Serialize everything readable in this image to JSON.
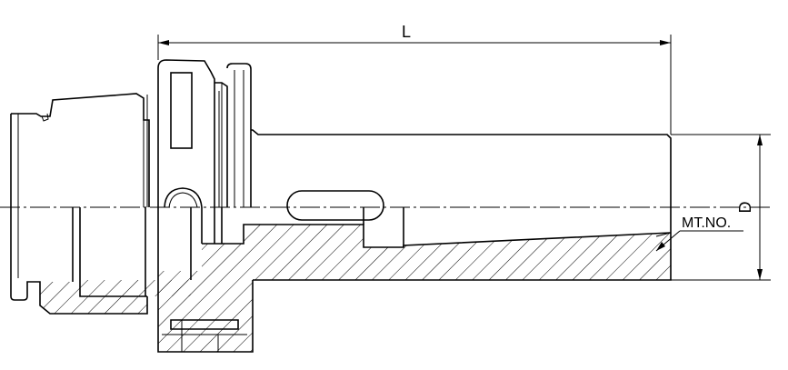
{
  "labels": {
    "length": "L",
    "diameter": "D",
    "taper": "MT.NO."
  }
}
